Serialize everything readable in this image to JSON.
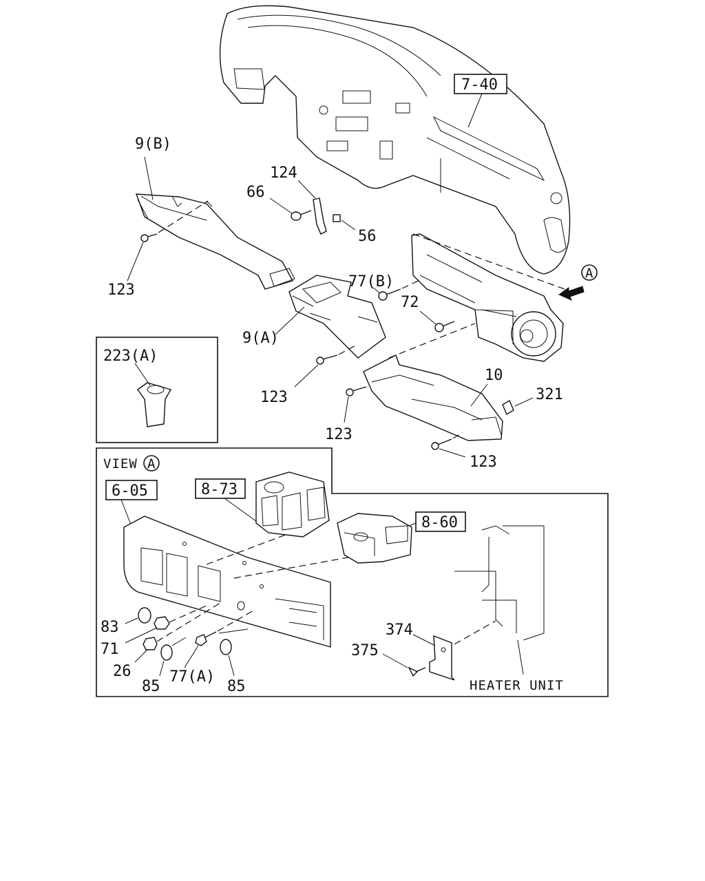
{
  "refs": {
    "dashboard": "7-40",
    "panel": "6-05",
    "unit_a": "8-73",
    "unit_b": "8-60"
  },
  "parts": {
    "duct_b": "9(B)",
    "duct_a": "9(A)",
    "screw_123_a": "123",
    "screw_123_b": "123",
    "screw_123_c": "123",
    "screw_123_d": "123",
    "bracket_124": "124",
    "bolt_66": "66",
    "nut_56": "56",
    "bolt_77b": "77(B)",
    "bolt_72": "72",
    "duct_10": "10",
    "clip_321": "321",
    "grommet_223a": "223(A)",
    "grommet_83": "83",
    "nut_71": "71",
    "nut_26": "26",
    "grommet_85_a": "85",
    "bolt_77a": "77(A)",
    "grommet_85_b": "85",
    "bracket_374": "374",
    "clip_375": "375"
  },
  "view": {
    "label": "VIEW",
    "marker": "A"
  },
  "heater_unit": "HEATER UNIT"
}
